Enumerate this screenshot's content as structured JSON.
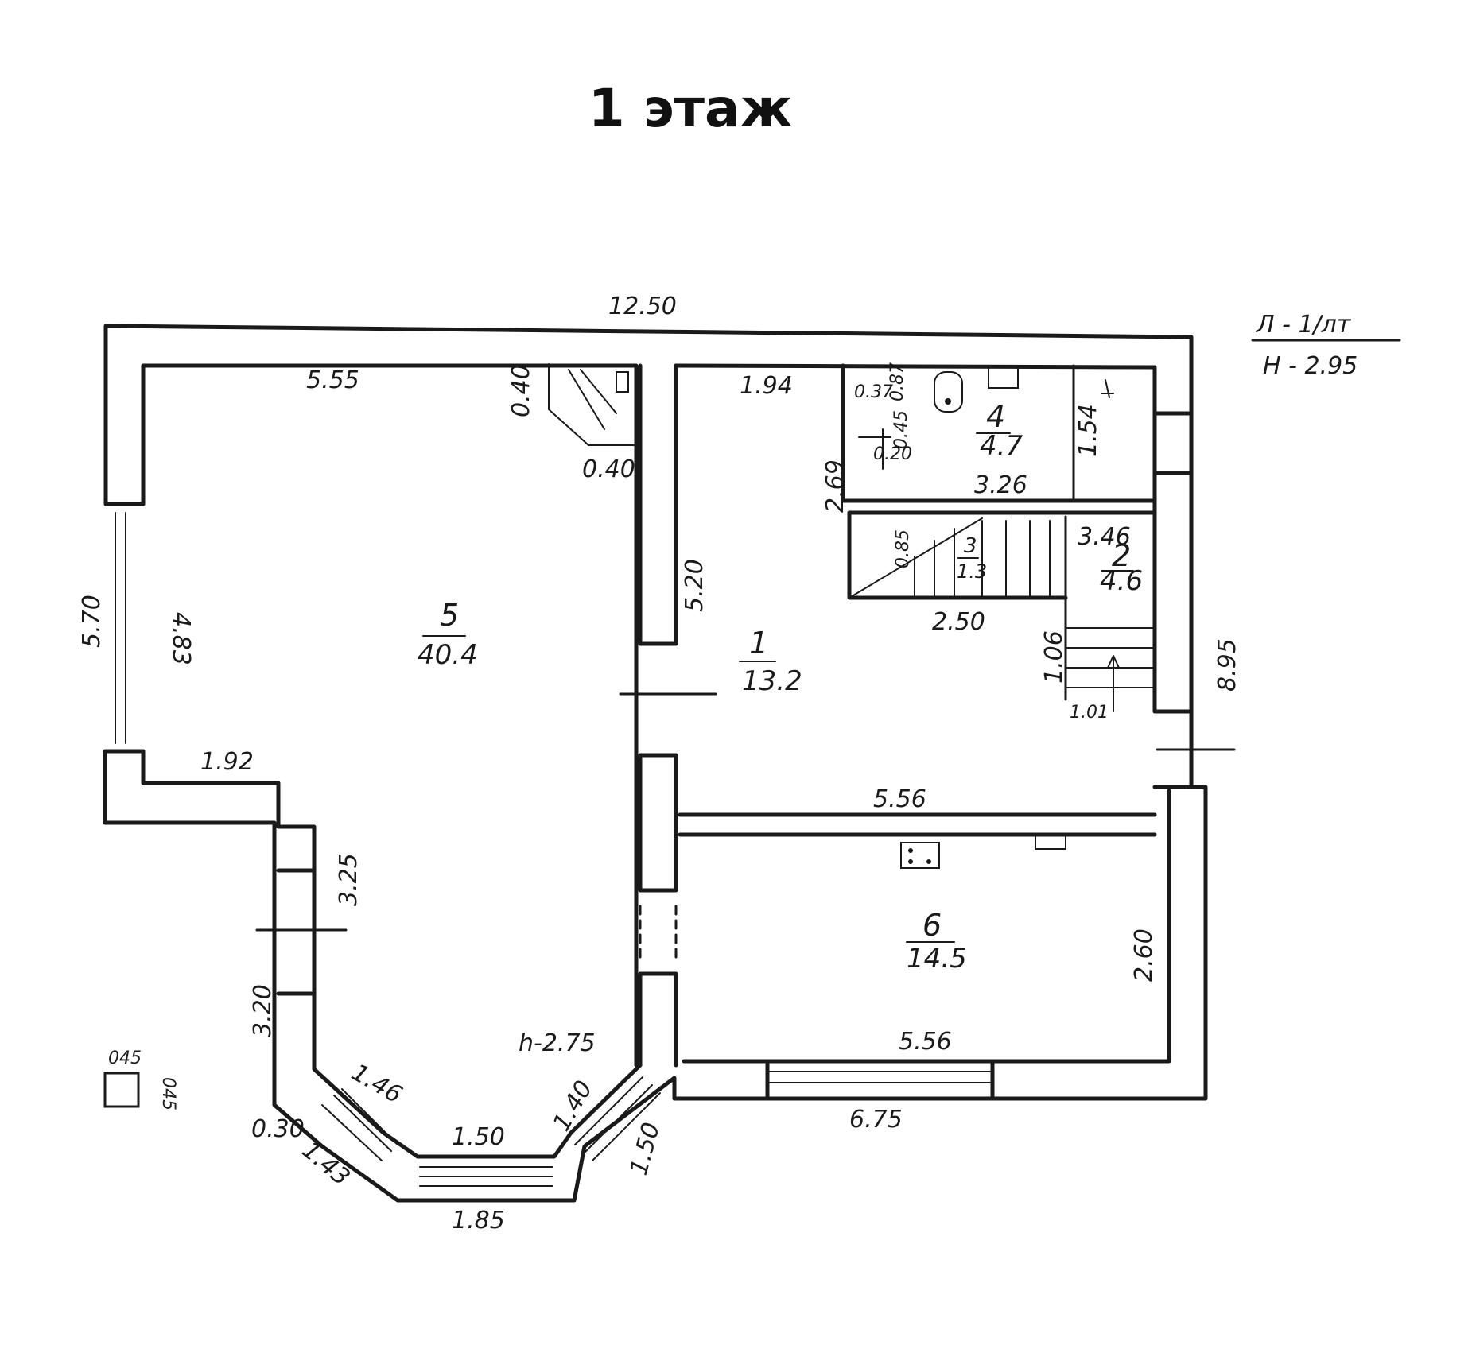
{
  "title": "1 этаж",
  "notes": {
    "drawing_ref": "Л - 1/лт",
    "height_total": "H - 2.95",
    "room5_height": "h-2.75"
  },
  "rooms": [
    {
      "number": "1",
      "area": "13.2"
    },
    {
      "number": "2",
      "area": "4.6"
    },
    {
      "number": "3",
      "area": "1.3"
    },
    {
      "number": "4",
      "area": "4.7"
    },
    {
      "number": "5",
      "area": "40.4"
    },
    {
      "number": "6",
      "area": "14.5"
    }
  ],
  "dimensions": {
    "overall_width": "12.50",
    "overall_depth": "8.95",
    "left_outer_height": "5.70",
    "room5_top": "5.55",
    "room5_left_height": "4.83",
    "room5_step_width": "1.92",
    "room5_mid_height": "3.25",
    "room5_bay_side": "3.20",
    "bay_seg_left": "1.46",
    "bay_small": "0.30",
    "bay_seg_left_outer": "1.43",
    "bay_inner_center": "1.50",
    "bay_outer_center": "1.85",
    "bay_seg_right": "1.40",
    "bay_seg_right_outer": "1.50",
    "chimney_a": "0.40",
    "chimney_b": "0.40",
    "room1_width_top": "1.94",
    "room1_height": "5.20",
    "wc_a": "0.37",
    "wc_b": "0.87",
    "wc_c": "0.45",
    "wc_d": "0.20",
    "wc_height": "1.54",
    "wc_side": "2.69",
    "wc_width": "3.26",
    "stair_depth": "0.85",
    "room2_width": "3.46",
    "stair_length": "2.50",
    "landing_height": "1.06",
    "landing_width": "1.01",
    "room1_bottom": "5.56",
    "room6_top": "5.56",
    "room6_height": "2.60",
    "room6_outer": "6.75",
    "column_a": "045",
    "column_b": "045"
  }
}
